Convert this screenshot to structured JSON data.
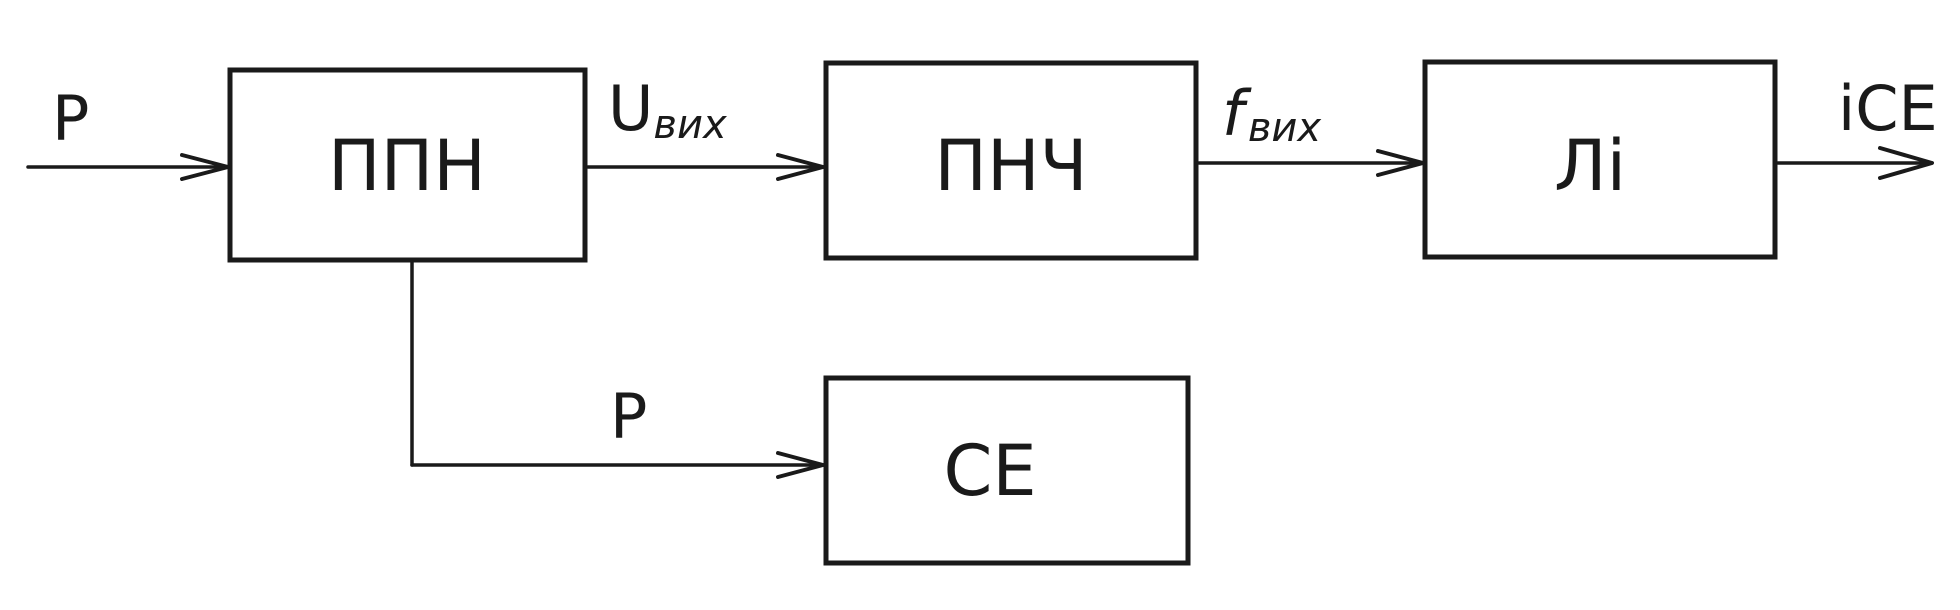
{
  "blocks": {
    "ppn": "ППН",
    "pnch": "ПНЧ",
    "li": "Лі",
    "ce": "СЕ"
  },
  "signals": {
    "input_p": "P",
    "branch_p": "P",
    "u_main": "U",
    "u_sub": "вих",
    "f_main": "f",
    "f_sub": "вих",
    "output": "іCE"
  },
  "colors": {
    "ink": "#1a1a1a",
    "background": "#ffffff"
  }
}
